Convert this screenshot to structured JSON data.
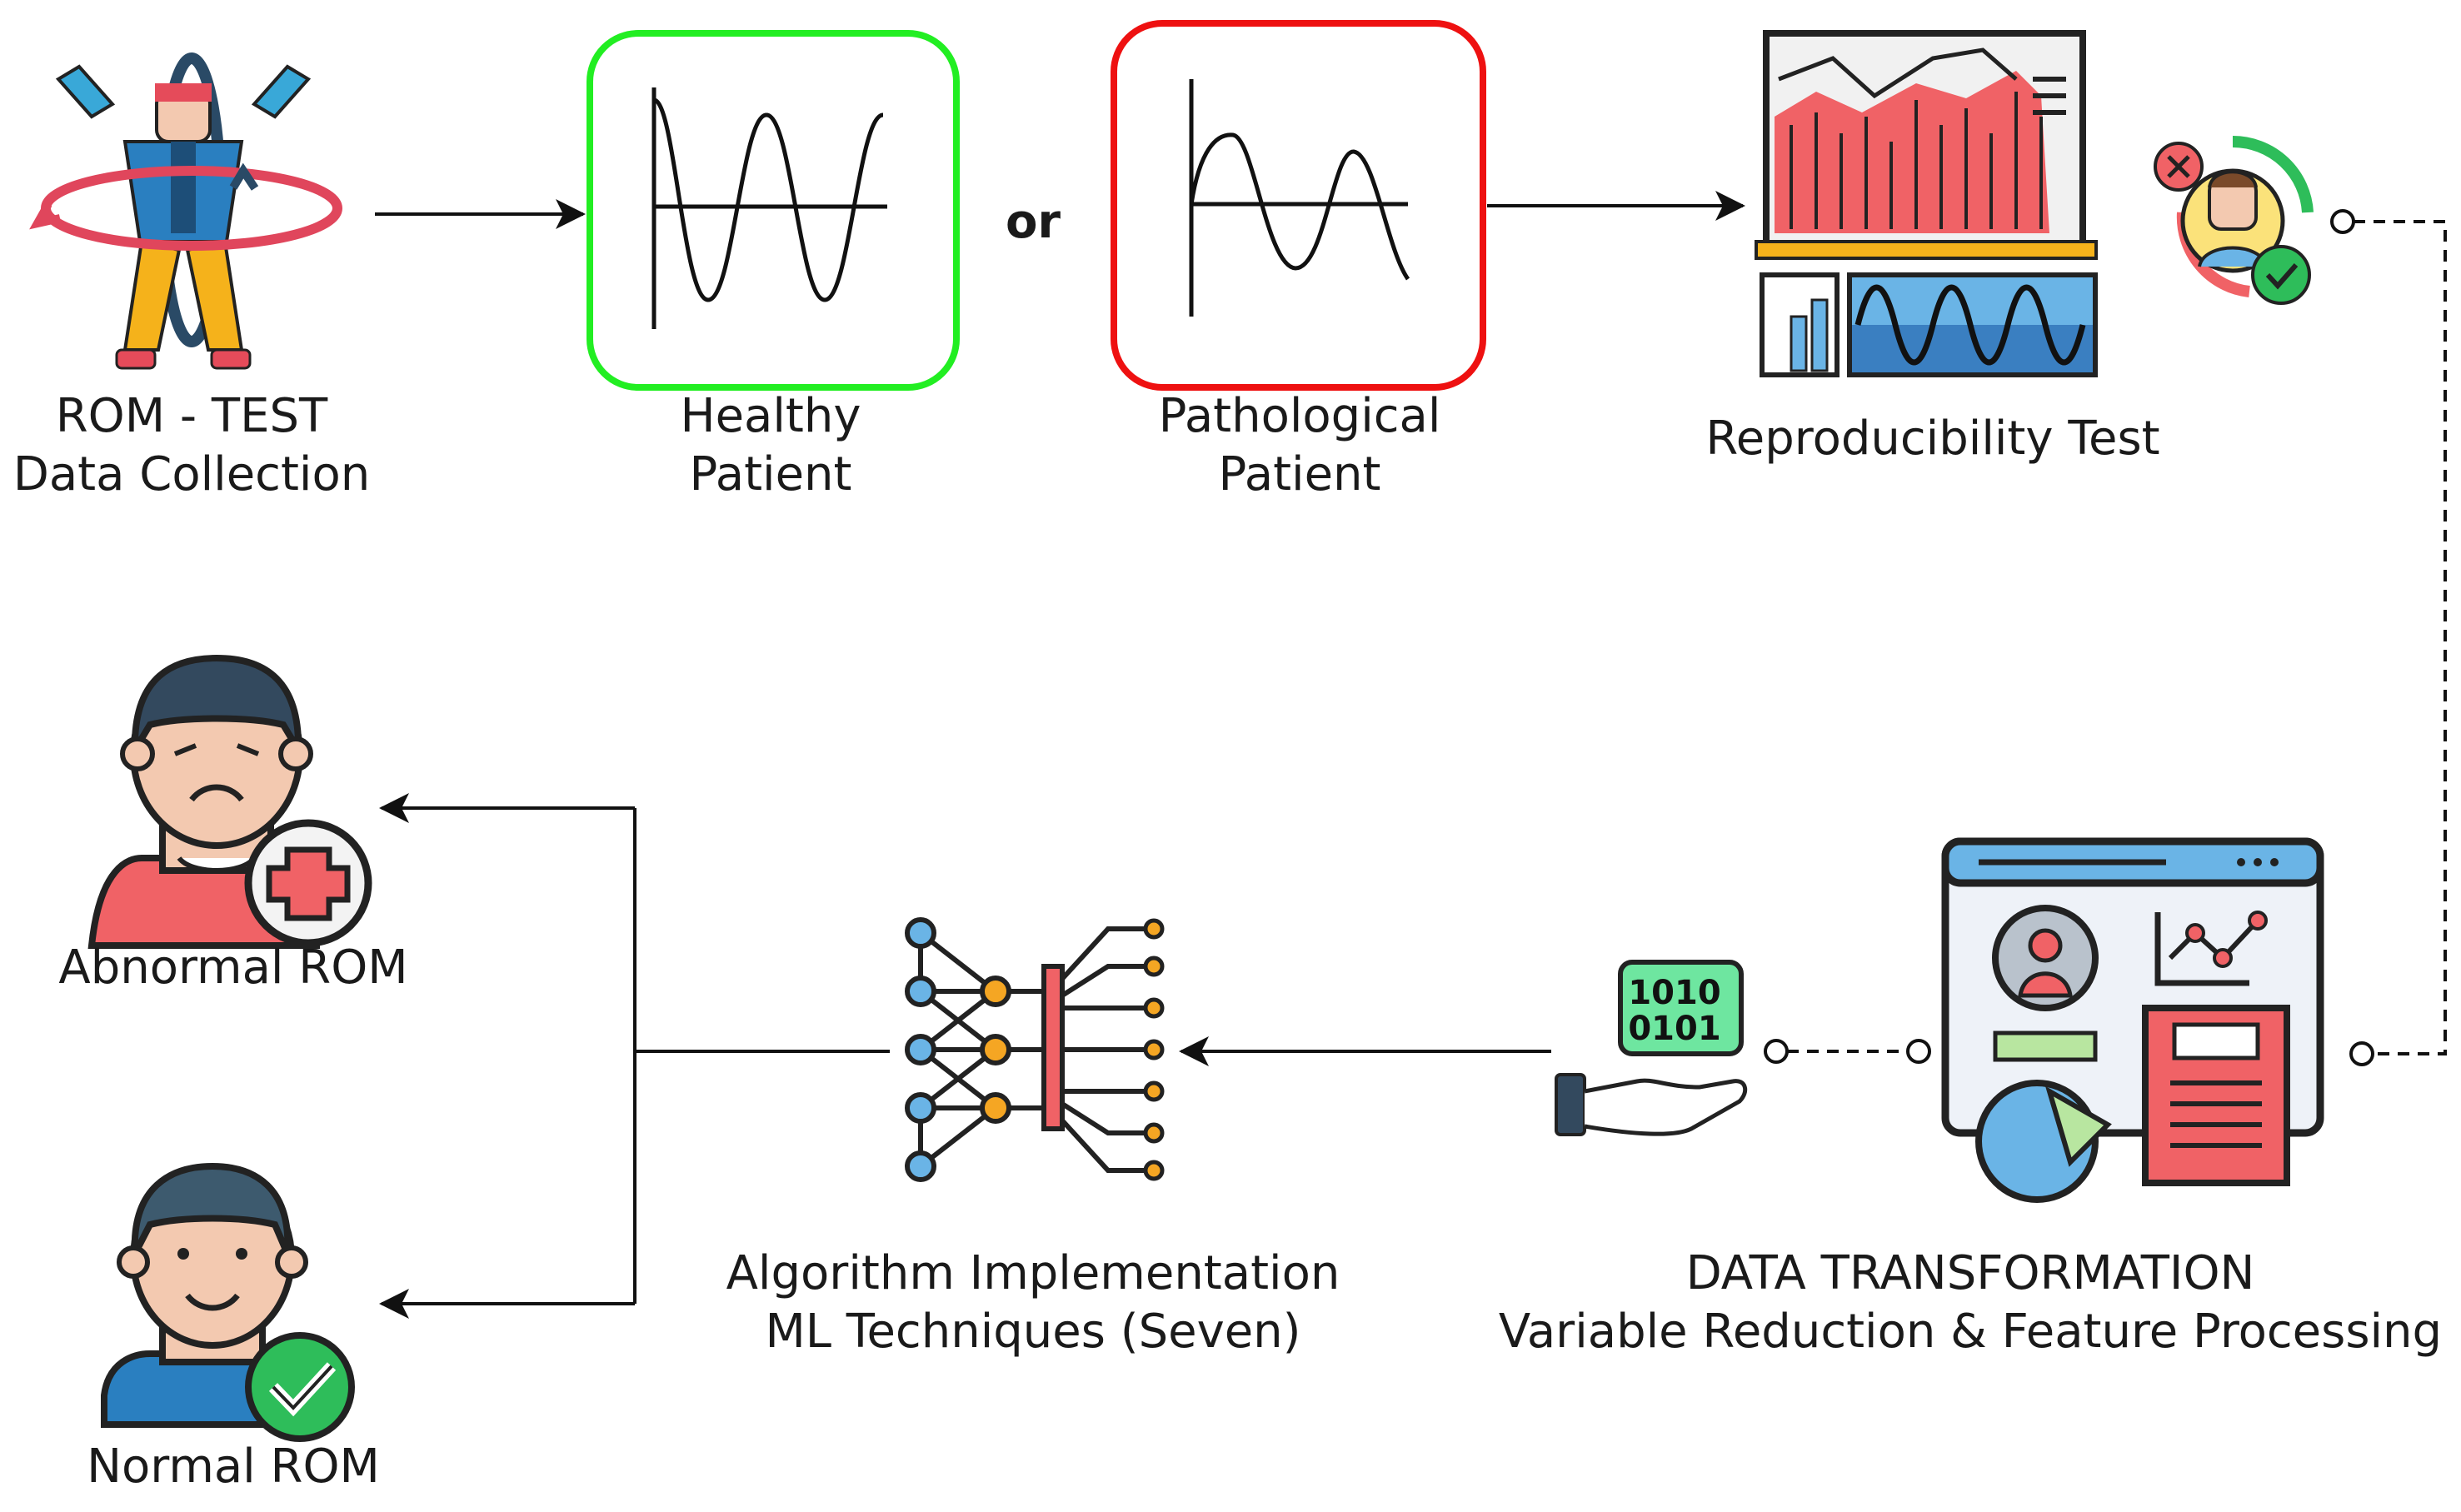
{
  "steps": {
    "rom_test": {
      "line1": "ROM - TEST",
      "line2": "Data Collection"
    },
    "healthy": {
      "line1": "Healthy",
      "line2": "Patient",
      "border_color": "#22ee22"
    },
    "or_text": "or",
    "pathological": {
      "line1": "Pathological",
      "line2": "Patient",
      "border_color": "#ee1111"
    },
    "reproducibility": {
      "label": "Reproducibility Test"
    },
    "transformation": {
      "line1": "DATA TRANSFORMATION",
      "line2": "Variable Reduction & Feature Processing"
    },
    "binary": {
      "line1": "1010",
      "line2": "0101"
    },
    "algorithm": {
      "line1": "Algorithm Implementation",
      "line2": "ML Techniques (Seven)"
    },
    "abnormal": {
      "label": "Abnormal ROM"
    },
    "normal": {
      "label": "Normal ROM"
    }
  },
  "icons": [
    "rotation-figure-icon",
    "healthy-signal-icon",
    "pathological-signal-icon",
    "chart-board-icon",
    "check-cycle-icon",
    "data-dashboard-icon",
    "binary-hand-icon",
    "neural-network-icon",
    "sad-patient-icon",
    "happy-patient-icon"
  ],
  "colors": {
    "line": "#111111",
    "red": "#f06266",
    "blue": "#6ab4e6",
    "green": "#2ebd5a",
    "orange": "#f5a623"
  }
}
